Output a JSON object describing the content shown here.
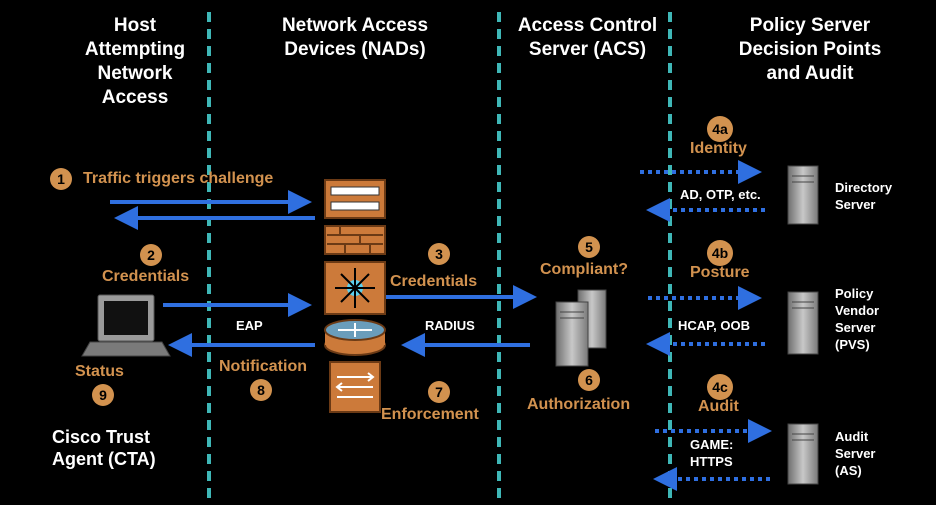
{
  "headers": {
    "host": "Host\nAttempting\nNetwork\nAccess",
    "nads": "Network Access\nDevices (NADs)",
    "acs": "Access Control\nServer (ACS)",
    "policy": "Policy Server\nDecision Points\nand Audit"
  },
  "steps": {
    "s1": {
      "num": "1",
      "label": "Traffic triggers challenge"
    },
    "s2": {
      "num": "2",
      "label": "Credentials"
    },
    "s3": {
      "num": "3",
      "label": "Credentials"
    },
    "s4a": {
      "num": "4a",
      "label": "Identity"
    },
    "s4b": {
      "num": "4b",
      "label": "Posture"
    },
    "s4c": {
      "num": "4c",
      "label": "Audit"
    },
    "s5": {
      "num": "5",
      "label": "Compliant?"
    },
    "s6": {
      "num": "6",
      "label": "Authorization"
    },
    "s7": {
      "num": "7",
      "label": "Enforcement"
    },
    "s8": {
      "num": "8",
      "label": "Notification"
    },
    "s9": {
      "num": "9",
      "label": "Status"
    }
  },
  "protocols": {
    "eap": "EAP",
    "radius": "RADIUS",
    "ad_otp": "AD, OTP, etc.",
    "hcap": "HCAP, OOB",
    "game": "GAME:\nHTTPS"
  },
  "servers": {
    "directory": "Directory\nServer",
    "pvs": "Policy\nVendor\nServer\n(PVS)",
    "audit": "Audit\nServer\n(AS)"
  },
  "agent": "Cisco Trust\nAgent (CTA)",
  "colors": {
    "accent": "#d2924f",
    "arrow": "#2f6fe0",
    "divider": "#3fb7b7"
  }
}
